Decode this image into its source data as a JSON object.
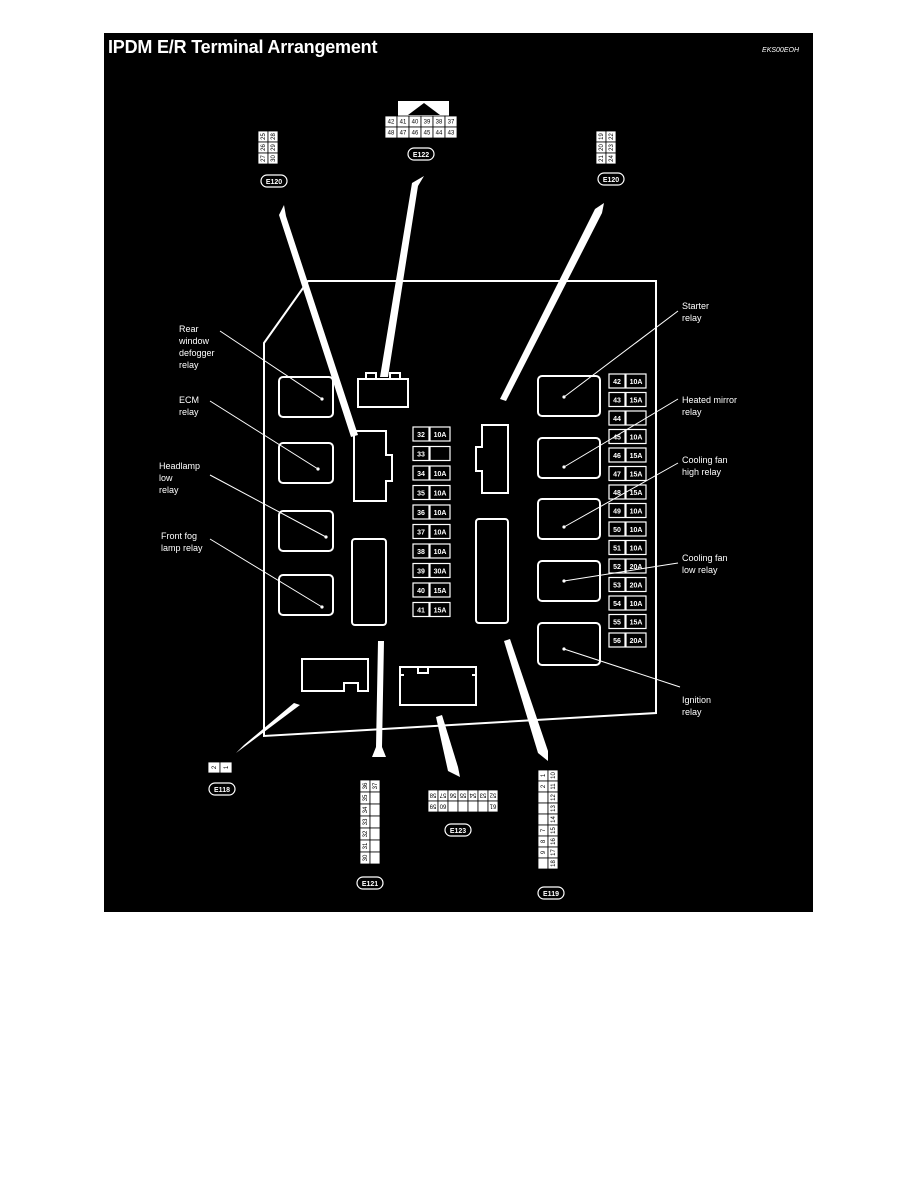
{
  "title": "IPDM E/R Terminal Arrangement",
  "figure_code": "EKS00EOH",
  "colors": {
    "background": "#000000",
    "foreground": "#ffffff"
  },
  "relays": [
    "Rear window defogger relay",
    "ECM relay",
    "Headlamp low relay",
    "Front fog lamp relay",
    "Starter relay",
    "Heated mirror relay",
    "Cooling fan high relay",
    "Cooling fan low relay",
    "Ignition relay"
  ],
  "label_lines": {
    "rear_defogger": [
      "Rear",
      "window",
      "defogger",
      "relay"
    ],
    "ecm": [
      "ECM",
      "relay"
    ],
    "headlamp_low": [
      "Headlamp",
      "low",
      "relay"
    ],
    "front_fog": [
      "Front fog",
      "lamp relay"
    ],
    "starter": [
      "Starter",
      "relay"
    ],
    "heated_mirror": [
      "Heated mirror",
      "relay"
    ],
    "cooling_high": [
      "Cooling fan",
      "high relay"
    ],
    "cooling_low": [
      "Cooling fan",
      "low relay"
    ],
    "ignition": [
      "Ignition",
      "relay"
    ]
  },
  "fuses_center": [
    {
      "no": "32",
      "amp": "10A"
    },
    {
      "no": "33",
      "amp": ""
    },
    {
      "no": "34",
      "amp": "10A"
    },
    {
      "no": "35",
      "amp": "10A"
    },
    {
      "no": "36",
      "amp": "10A"
    },
    {
      "no": "37",
      "amp": "10A"
    },
    {
      "no": "38",
      "amp": "10A"
    },
    {
      "no": "39",
      "amp": "30A"
    },
    {
      "no": "40",
      "amp": "15A"
    },
    {
      "no": "41",
      "amp": "15A"
    }
  ],
  "fuses_right": [
    {
      "no": "42",
      "amp": "10A"
    },
    {
      "no": "43",
      "amp": "15A"
    },
    {
      "no": "44",
      "amp": ""
    },
    {
      "no": "45",
      "amp": "10A"
    },
    {
      "no": "46",
      "amp": "15A"
    },
    {
      "no": "47",
      "amp": "15A"
    },
    {
      "no": "48",
      "amp": "15A"
    },
    {
      "no": "49",
      "amp": "10A"
    },
    {
      "no": "50",
      "amp": "10A"
    },
    {
      "no": "51",
      "amp": "10A"
    },
    {
      "no": "52",
      "amp": "20A"
    },
    {
      "no": "53",
      "amp": "20A"
    },
    {
      "no": "54",
      "amp": "10A"
    },
    {
      "no": "55",
      "amp": "15A"
    },
    {
      "no": "56",
      "amp": "20A"
    }
  ],
  "connectors": {
    "e122": {
      "id": "E122",
      "row1": [
        "42",
        "41",
        "40",
        "39",
        "38",
        "37"
      ],
      "row2": [
        "48",
        "47",
        "46",
        "45",
        "44",
        "43"
      ]
    },
    "e120_left": {
      "id": "E120",
      "col1": [
        "25",
        "26",
        "27"
      ],
      "col2": [
        "28",
        "29",
        "30"
      ]
    },
    "e120_right": {
      "id": "E120",
      "col1": [
        "19",
        "20",
        "21"
      ],
      "col2": [
        "22",
        "23",
        "24"
      ]
    },
    "e118": {
      "id": "E118",
      "pins": [
        "2",
        "1"
      ]
    },
    "e121": {
      "id": "E121",
      "col1": [
        "36",
        "35",
        "34",
        "33",
        "32",
        "31",
        "30"
      ],
      "col2": [
        "37",
        "",
        "",
        "",
        "",
        "",
        ""
      ]
    },
    "e123": {
      "id": "E123",
      "row1": [
        "58",
        "57",
        "56",
        "55",
        "54",
        "53",
        "52"
      ],
      "row2": [
        "59",
        "60",
        "",
        "",
        "",
        "",
        "61"
      ]
    },
    "e119": {
      "id": "E119",
      "col1": [
        "1",
        "2",
        "",
        "",
        "",
        "7",
        "8",
        "9"
      ],
      "col2": [
        "10",
        "11",
        "12",
        "13",
        "14",
        "15",
        "16",
        "17",
        "18"
      ]
    }
  }
}
